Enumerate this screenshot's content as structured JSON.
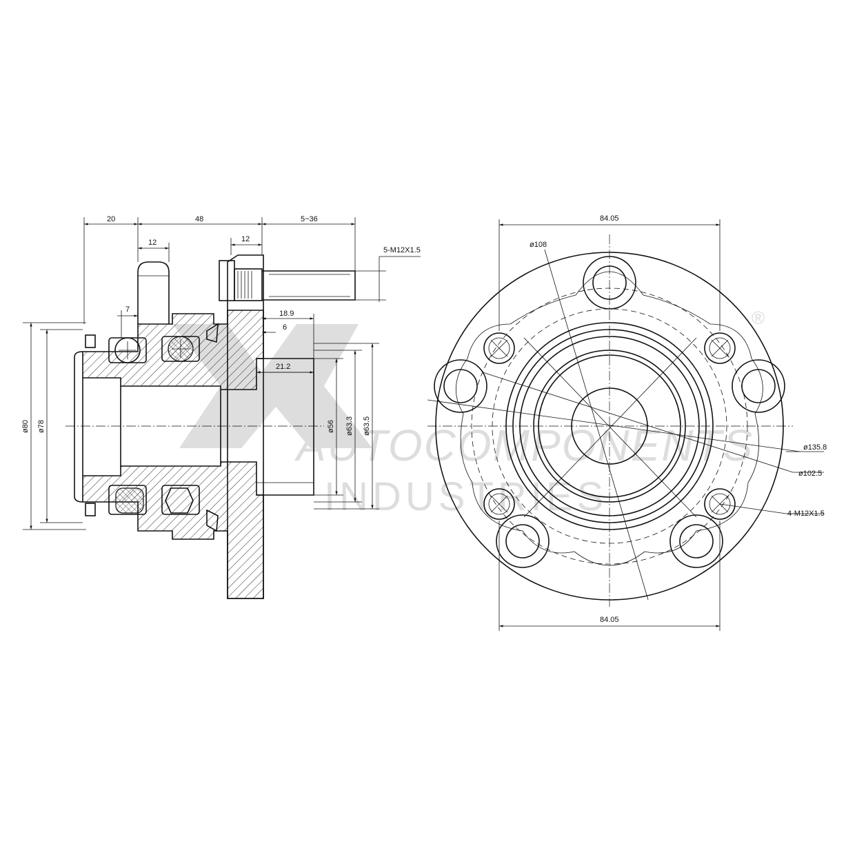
{
  "watermark": {
    "brand": "",
    "line1": "AUTOCOMPONENTS",
    "line2": "INDUSTRIES",
    "mark": "®"
  },
  "side_view": {
    "dims": {
      "d20": "20",
      "d48": "48",
      "d5_36": "5~36",
      "d12a": "12",
      "d12b": "12",
      "d7": "7",
      "d18_9": "18.9",
      "d6": "6",
      "d21_2": "21.2",
      "stud": "5-M12X1.5",
      "dia80": "ø80",
      "dia78": "ø78",
      "dia56": "ø56",
      "dia63_3": "ø63.3",
      "dia63_5": "ø63.5"
    }
  },
  "front_view": {
    "dims": {
      "top_width": "84.05",
      "bottom_width": "84.05",
      "dia108": "ø108",
      "dia135_8": "ø135.8",
      "dia102_5": "ø102.5",
      "holes": "4-M12X1.5"
    }
  }
}
